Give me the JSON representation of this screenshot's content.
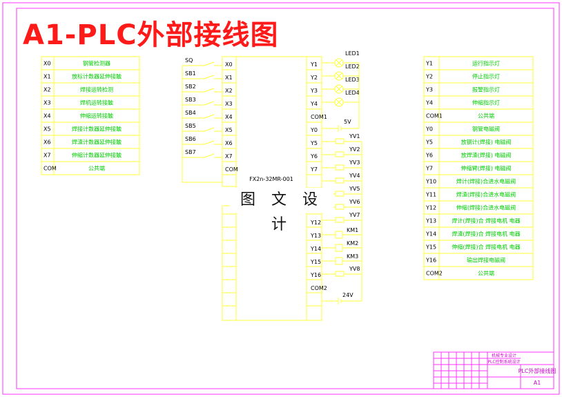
{
  "title": "A1-PLC外部接线图",
  "watermark": "图 文 设 计",
  "colors": {
    "frame": "#ff33ff",
    "wire": "#ffff33",
    "label": "#000000",
    "io_label": "#00cc00",
    "title": "#ff1a1a"
  },
  "left_table": {
    "rows": [
      {
        "addr": "X0",
        "desc": "钢管检测器"
      },
      {
        "addr": "X1",
        "desc": "放标计数器延伸接触"
      },
      {
        "addr": "X2",
        "desc": "焊接运转检测"
      },
      {
        "addr": "X3",
        "desc": "焊机运转接触"
      },
      {
        "addr": "X4",
        "desc": "伸缩运转接触"
      },
      {
        "addr": "X5",
        "desc": "焊接计数器延伸接触"
      },
      {
        "addr": "X6",
        "desc": "焊渣计数器延伸接触"
      },
      {
        "addr": "X7",
        "desc": "伸缩计数器延伸接触"
      },
      {
        "addr": "COM",
        "desc": "公共端"
      }
    ]
  },
  "right_table": {
    "rows": [
      {
        "addr": "Y1",
        "desc": "运行指示灯"
      },
      {
        "addr": "Y2",
        "desc": "停止指示灯"
      },
      {
        "addr": "Y3",
        "desc": "报警指示灯"
      },
      {
        "addr": "Y4",
        "desc": "伸缩指示灯"
      },
      {
        "addr": "COM1",
        "desc": "公共端"
      },
      {
        "addr": "Y0",
        "desc": "钢管电磁阀"
      },
      {
        "addr": "Y5",
        "desc": "放钢计(焊接) 电磁阀"
      },
      {
        "addr": "Y6",
        "desc": "放焊渣(焊接) 电磁阀"
      },
      {
        "addr": "Y7",
        "desc": "伸缩臂(焊接) 电磁阀"
      },
      {
        "addr": "Y10",
        "desc": "焊计(焊接)合进水电磁阀"
      },
      {
        "addr": "Y11",
        "desc": "焊渣(焊接)合进水电磁阀"
      },
      {
        "addr": "Y12",
        "desc": "伸缩(焊接)合进水电磁阀"
      },
      {
        "addr": "Y13",
        "desc": "焊计(焊接)合 焊接电机 电器"
      },
      {
        "addr": "Y14",
        "desc": "焊渣(焊接)合 焊接电机 电器"
      },
      {
        "addr": "Y15",
        "desc": "伸缩(焊接)合 焊接电机 电器"
      },
      {
        "addr": "Y16",
        "desc": "输出焊接电磁阀"
      },
      {
        "addr": "COM2",
        "desc": "公共端"
      }
    ]
  },
  "plc": {
    "model": "FX2n-32MR-001",
    "inputs": [
      "X0",
      "X1",
      "X2",
      "X3",
      "X4",
      "X5",
      "X6",
      "X7",
      "COM"
    ],
    "input_devices": [
      "SQ",
      "SB1",
      "SB2",
      "SB3",
      "SB4",
      "SB5",
      "SB6",
      "SB7"
    ],
    "outputs_top": [
      "Y1",
      "Y2",
      "Y3",
      "Y4",
      "COM1",
      "Y0",
      "Y5",
      "Y6",
      "Y7"
    ],
    "outputs_bottom": [
      "Y12",
      "Y13",
      "Y14",
      "Y15",
      "Y16",
      "COM2"
    ],
    "leds": [
      "LED1",
      "LED2",
      "LED3",
      "LED4"
    ],
    "valves_top": [
      "YV1",
      "YV2",
      "YV3",
      "YV4",
      "YV5",
      "YV6"
    ],
    "valves_bottom": [
      "YV7"
    ],
    "relays": [
      "KM1",
      "KM2",
      "KM3"
    ],
    "valve_last": "YV8",
    "supply_5v": "5V",
    "supply_24v": "24V"
  },
  "title_block": {
    "company": "机械专业设计",
    "drawing_name": "PLC外部接线图",
    "sheet": "A1",
    "subtitle": "PLC控制系统设计"
  }
}
